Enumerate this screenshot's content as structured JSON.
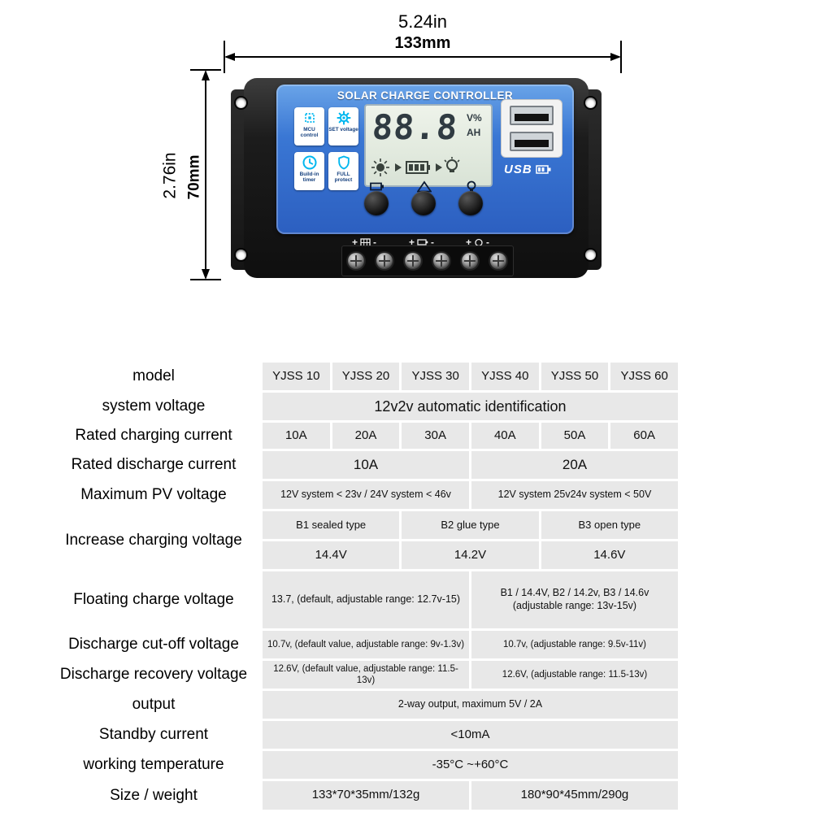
{
  "colors": {
    "panel_blue": "#3a77d4",
    "accent_cyan": "#00b7ef",
    "cell_gray": "#e8e8e8"
  },
  "dimension_labels": {
    "width_in": "5.24in",
    "width_mm": "133mm",
    "height_in": "2.76in",
    "height_mm": "70mm"
  },
  "controller": {
    "title": "SOLAR CHARGE CONTROLLER",
    "functions": [
      {
        "label": "MCU control",
        "icon": "chip-icon"
      },
      {
        "label": "SET voltage",
        "icon": "gear-icon"
      },
      {
        "label": "Build-in timer",
        "icon": "clock-icon"
      },
      {
        "label": "FULL protect",
        "icon": "shield-icon"
      }
    ],
    "lcd": {
      "value": "88.8",
      "unit_top": "V%",
      "unit_bottom": "AH"
    },
    "usb_label": "USB",
    "terminals": [
      {
        "plus": "+",
        "minus": "-",
        "icon": "solar-panel-icon"
      },
      {
        "plus": "+",
        "minus": "-",
        "icon": "battery-icon"
      },
      {
        "plus": "+",
        "minus": "-",
        "icon": "load-icon"
      }
    ]
  },
  "spec_table": {
    "rows": [
      {
        "label": "model",
        "cells": [
          "YJSS 10",
          "YJSS 20",
          "YJSS 30",
          "YJSS 40",
          "YJSS 50",
          "YJSS 60"
        ]
      },
      {
        "label": "system voltage",
        "value": "12v2v automatic identification"
      },
      {
        "label": "Rated charging current",
        "cells": [
          "10A",
          "20A",
          "30A",
          "40A",
          "50A",
          "60A"
        ]
      },
      {
        "label": "Rated discharge current",
        "cells": [
          "10A",
          "20A"
        ]
      },
      {
        "label": "Maximum PV voltage",
        "cells": [
          "12V system < 23v / 24V system < 46v",
          "12V system 25v24v system < 50V"
        ]
      },
      {
        "label": "Increase charging voltage",
        "types": [
          "B1 sealed type",
          "B2 glue type",
          "B3 open type"
        ],
        "values": [
          "14.4V",
          "14.2V",
          "14.6V"
        ]
      },
      {
        "label": "Floating charge voltage",
        "left": "13.7, (default, adjustable range: 12.7v-15)",
        "right_line1": "B1 / 14.4V, B2 / 14.2v, B3 / 14.6v",
        "right_line2": "(adjustable range: 13v-15v)"
      },
      {
        "label": "Discharge cut-off voltage",
        "cells": [
          "10.7v, (default value, adjustable range: 9v-1.3v)",
          "10.7v, (adjustable range: 9.5v-11v)"
        ]
      },
      {
        "label": "Discharge recovery voltage",
        "cells": [
          "12.6V, (default value, adjustable range: 11.5-13v)",
          "12.6V, (adjustable range: 11.5-13v)"
        ]
      },
      {
        "label": "output",
        "value": "2-way output, maximum 5V / 2A"
      },
      {
        "label": "Standby current",
        "value": "<10mA"
      },
      {
        "label": "working temperature",
        "value": "-35°C ~+60°C"
      },
      {
        "label": "Size / weight",
        "cells": [
          "133*70*35mm/132g",
          "180*90*45mm/290g"
        ]
      }
    ]
  }
}
